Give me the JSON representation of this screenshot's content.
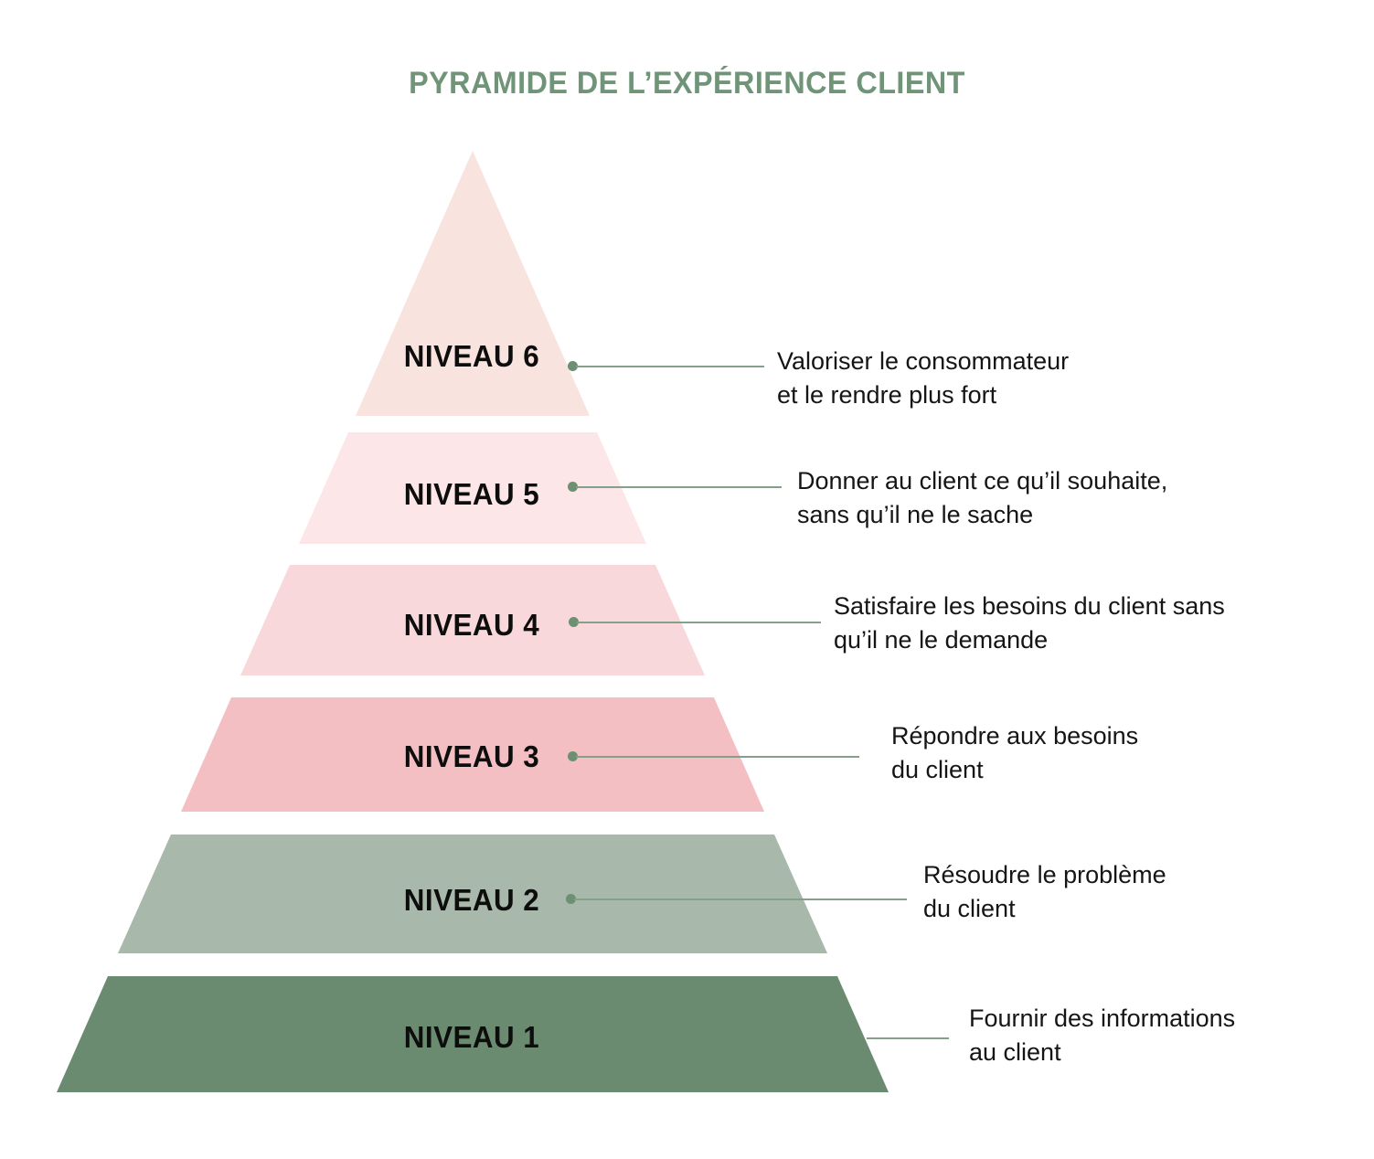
{
  "title": "PYRAMIDE DE L’EXPÉRIENCE CLIENT",
  "colors": {
    "background": "#FFFFFF",
    "title_text": "#6F9477",
    "level_label_text": "#0D0D0D",
    "annotation_text": "#151515",
    "connector_line": "#85A089",
    "connector_dot": "#6D8F72"
  },
  "levels": [
    {
      "label": "NIVEAU 6",
      "color": "#F8E3DF",
      "lines": [
        "Valoriser le consommateur",
        "et le rendre plus fort"
      ]
    },
    {
      "label": "NIVEAU 5",
      "color": "#FCE6E7",
      "lines": [
        "Donner au client ce qu’il souhaite,",
        "sans qu’il ne le sache"
      ]
    },
    {
      "label": "NIVEAU 4",
      "color": "#F9D8DB",
      "lines": [
        "Satisfaire les besoins du client sans",
        "qu’il ne le demande"
      ]
    },
    {
      "label": "NIVEAU 3",
      "color": "#F3BFC3",
      "lines": [
        "Répondre aux besoins",
        "du client"
      ]
    },
    {
      "label": "NIVEAU 2",
      "color": "#A8B8AB",
      "lines": [
        "Résoudre le problème",
        "du client"
      ]
    },
    {
      "label": "NIVEAU 1",
      "color": "#6A8B6F",
      "lines": [
        "Fournir des informations",
        "au client"
      ]
    }
  ]
}
